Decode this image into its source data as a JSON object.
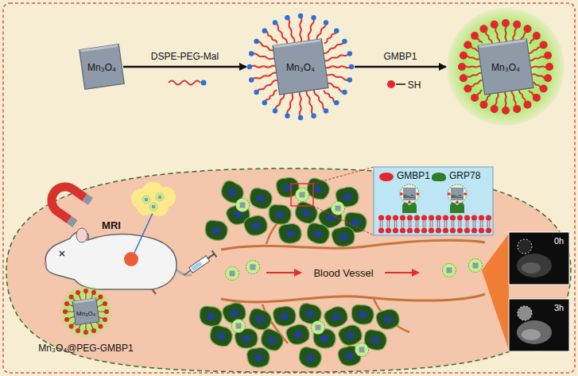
{
  "diagram": {
    "nodes": [
      {
        "text": [
          "Mn₃O₄"
        ]
      },
      {
        "text": [
          "Mn₃O₄"
        ]
      },
      {
        "text": [
          "Mn₃O₄"
        ]
      },
      {
        "text": [
          "Mn₃O₄",
          "Mn₃O₄@PEG-GMBP1"
        ]
      }
    ],
    "edges": [
      {
        "from": 0,
        "to": 1,
        "arrow": "to",
        "label": "DSPE-PEG-Mal"
      },
      {
        "from": 1,
        "to": 2,
        "arrow": "to",
        "label": "GMBP1"
      }
    ],
    "labels": [
      "SH",
      "MRI",
      "Blood Vessel",
      "Mn₃O₄",
      "Mn₃O₄",
      "0h",
      "3h"
    ],
    "legend": [
      {
        "text": "GMBP1",
        "color": "#e3262b"
      },
      {
        "text": "GRP78",
        "color": "#2f7d25"
      }
    ]
  }
}
